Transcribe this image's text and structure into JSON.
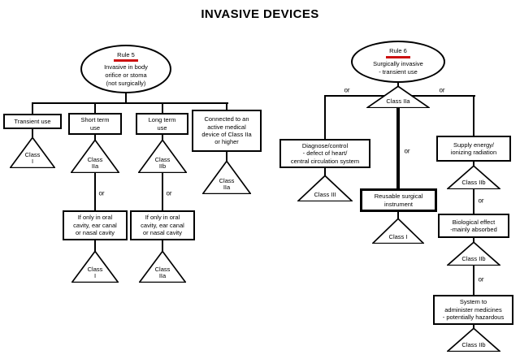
{
  "title": "INVASIVE DEVICES",
  "labels": {
    "or": "or"
  },
  "colors": {
    "rule_underline": "#cc1111"
  },
  "rule5": {
    "name": "Rule 5",
    "desc": "Invasive in body\norifice or stoma\n(not surgically)",
    "branches": [
      {
        "box": "Transient use",
        "class": "Class\nI"
      },
      {
        "box": "Short term\nuse",
        "class": "Class\nIIa",
        "sub_box": "If only in oral\ncavity, ear canal\nor nasal cavity",
        "sub_class": "Class\nI"
      },
      {
        "box": "Long term\nuse",
        "class": "Class\nIIb",
        "sub_box": "If only in oral\ncavity, ear canal\nor nasal cavity",
        "sub_class": "Class\nIIa"
      },
      {
        "box": "Connected to an\nactive medical\ndevice of Class IIa\nor higher",
        "class": "Class\nIIa"
      }
    ]
  },
  "rule6": {
    "name": "Rule 6",
    "desc": "Surgically invasive\n- transient use",
    "root_class": "Class IIa",
    "left_branch": {
      "box": "Diagnose/control\n- defect of heart/\ncentral circulation system",
      "class": "Class III"
    },
    "middle_branch": {
      "box": "Reusable surgical\ninstrument",
      "class": "Class I"
    },
    "right_branch": [
      {
        "box": "Supply energy/\nionizing radiation",
        "class": "Class IIb"
      },
      {
        "box": "Biological effect\n-mainly absorbed",
        "class": "Class IIb"
      },
      {
        "box": "System to\nadminister medicines\n- potentially hazardous",
        "class": "Class IIb"
      }
    ]
  }
}
